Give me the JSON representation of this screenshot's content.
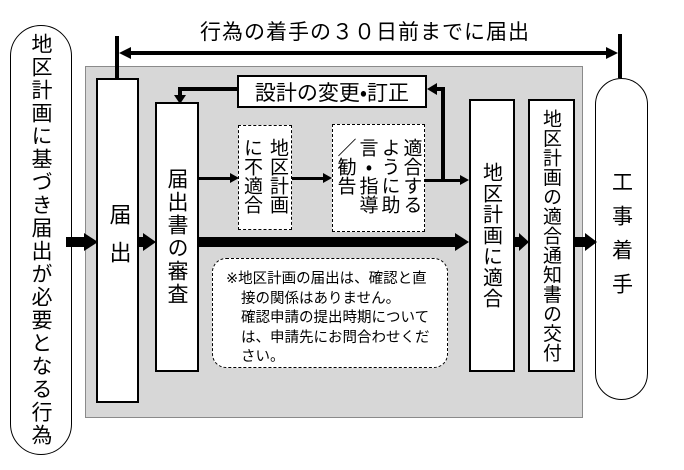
{
  "top_label": "行為の着手の３０日前までに届出",
  "left_terminal": "地区計画に基づき届出が必要となる行為",
  "right_terminal": "工事着手",
  "nodes": {
    "todokede": "届出",
    "shinsa": "届出書の審査",
    "sekkei_henkou": "設計の変更・訂正",
    "futekigou": "地区計画に不適合",
    "jogen_shidou": "適合するように助言・指導／勧告",
    "tekigou": "地区計画に適合",
    "koufu": "地区計画の適合通知書の交付"
  },
  "note_lines": [
    "※地区計画の届出は、確認と直",
    "接の関係はありません。",
    "確認申請の提出時期について",
    "は、申請先にお問合わせくだ",
    "さい。"
  ],
  "colors": {
    "panel_bg": "#d7d7d7",
    "line": "#000000",
    "box_bg": "#ffffff"
  }
}
